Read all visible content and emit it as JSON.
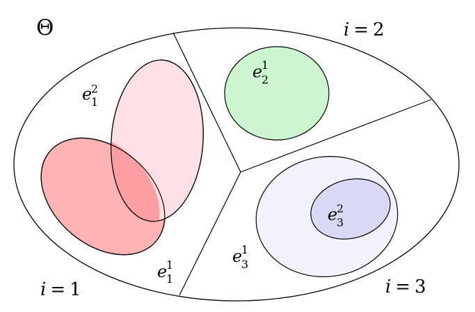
{
  "set_label": "Θ",
  "partitions": [
    {
      "var": "i",
      "eq": "=",
      "num": "1"
    },
    {
      "var": "i",
      "eq": "=",
      "num": "2"
    },
    {
      "var": "i",
      "eq": "=",
      "num": "3"
    }
  ],
  "elements": [
    {
      "base": "e",
      "sup": "1",
      "sub": "1",
      "fill": "#ffb3b3"
    },
    {
      "base": "e",
      "sup": "2",
      "sub": "1",
      "fill": "#ffe0e4"
    },
    {
      "base": "e",
      "sup": "1",
      "sub": "2",
      "fill": "#cdf5cf"
    },
    {
      "base": "e",
      "sup": "1",
      "sub": "3",
      "fill": "#f1f2fb"
    },
    {
      "base": "e",
      "sup": "2",
      "sub": "3",
      "fill": "#d7d9f5"
    }
  ],
  "overlap_fill": "#ff9fa3",
  "stroke_color": "#000000"
}
